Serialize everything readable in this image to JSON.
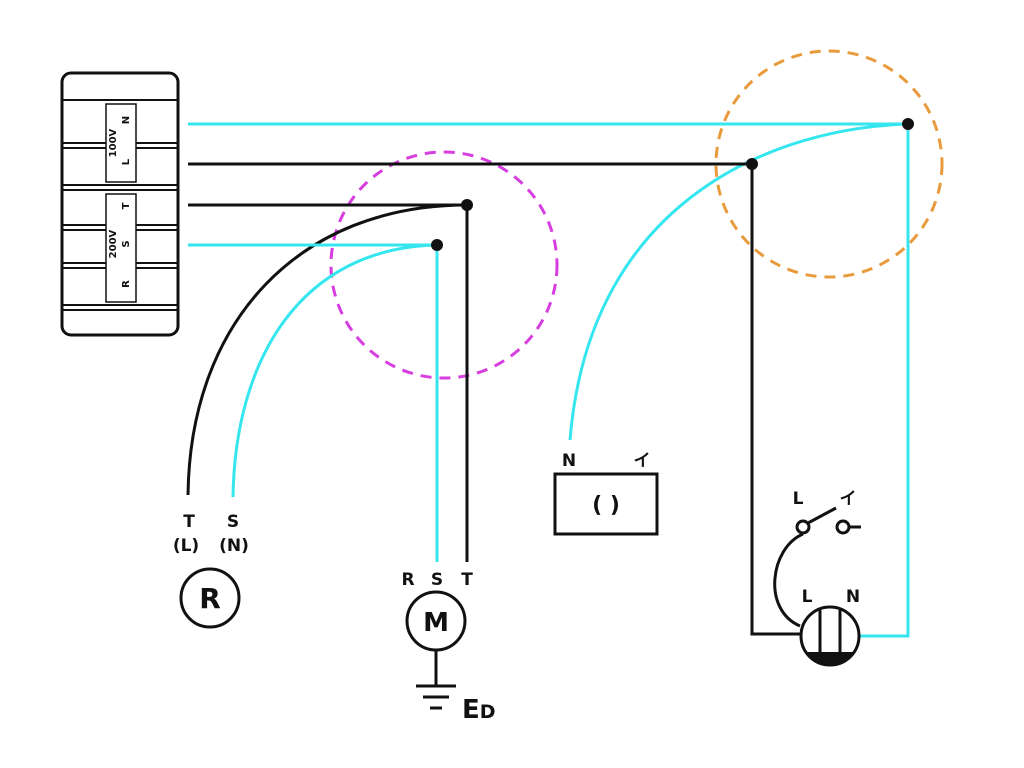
{
  "colors": {
    "wire_neutral": "#35e6ef",
    "wire_hot": "#111111",
    "circle_100v": "#e89b3c",
    "circle_200v": "#d63ee0"
  },
  "panel": {
    "label_100v": "100V",
    "label_200v": "200V",
    "term_n": "N",
    "term_l": "L",
    "term_t": "T",
    "term_s": "S",
    "term_r": "R"
  },
  "load_r": {
    "symbol": "R",
    "term_t": "T",
    "term_t_sub": "(L)",
    "term_s": "S",
    "term_s_sub": "(N)"
  },
  "motor": {
    "symbol": "M",
    "term_r": "R",
    "term_s": "S",
    "term_t": "T",
    "ground_label_main": "E",
    "ground_label_sub": "D"
  },
  "outlet": {
    "term_n": "N",
    "term_i": "イ",
    "symbol": "( )"
  },
  "switch_lamp": {
    "switch_l": "L",
    "switch_i": "イ",
    "lamp_l": "L",
    "lamp_n": "N"
  }
}
